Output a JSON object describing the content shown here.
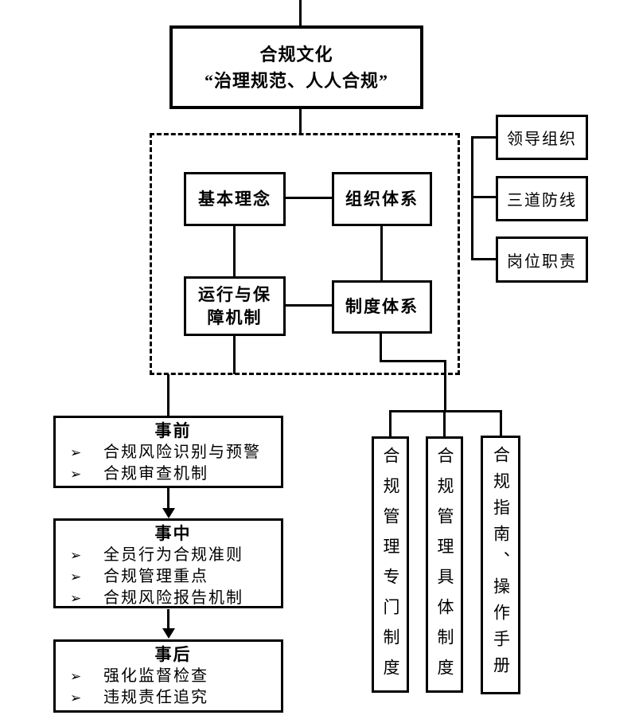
{
  "colors": {
    "line": "#000000",
    "background": "#ffffff",
    "text": "#000000"
  },
  "bullet": "➢",
  "top_box": {
    "line1": "合规文化",
    "line2": "“治理规范、人人合规”"
  },
  "core_boxes": {
    "basic_concept": "基本理念",
    "organization_system": "组织体系",
    "operation_line1": "运行与保",
    "operation_line2": "障机制",
    "institution_system": "制度体系"
  },
  "right_boxes": [
    "领导组织",
    "三道防线",
    "岗位职责"
  ],
  "stages": [
    {
      "title": "事前",
      "items": [
        "合规风险识别与预警",
        "合规审查机制"
      ]
    },
    {
      "title": "事中",
      "items": [
        "全员行为合规准则",
        "合规管理重点",
        "合规风险报告机制"
      ]
    },
    {
      "title": "事后",
      "items": [
        "强化监督检查",
        "违规责任追究"
      ]
    }
  ],
  "vertical_boxes": [
    "合规管理专门制度",
    "合规管理具体制度",
    "合规指南、操作手册"
  ]
}
